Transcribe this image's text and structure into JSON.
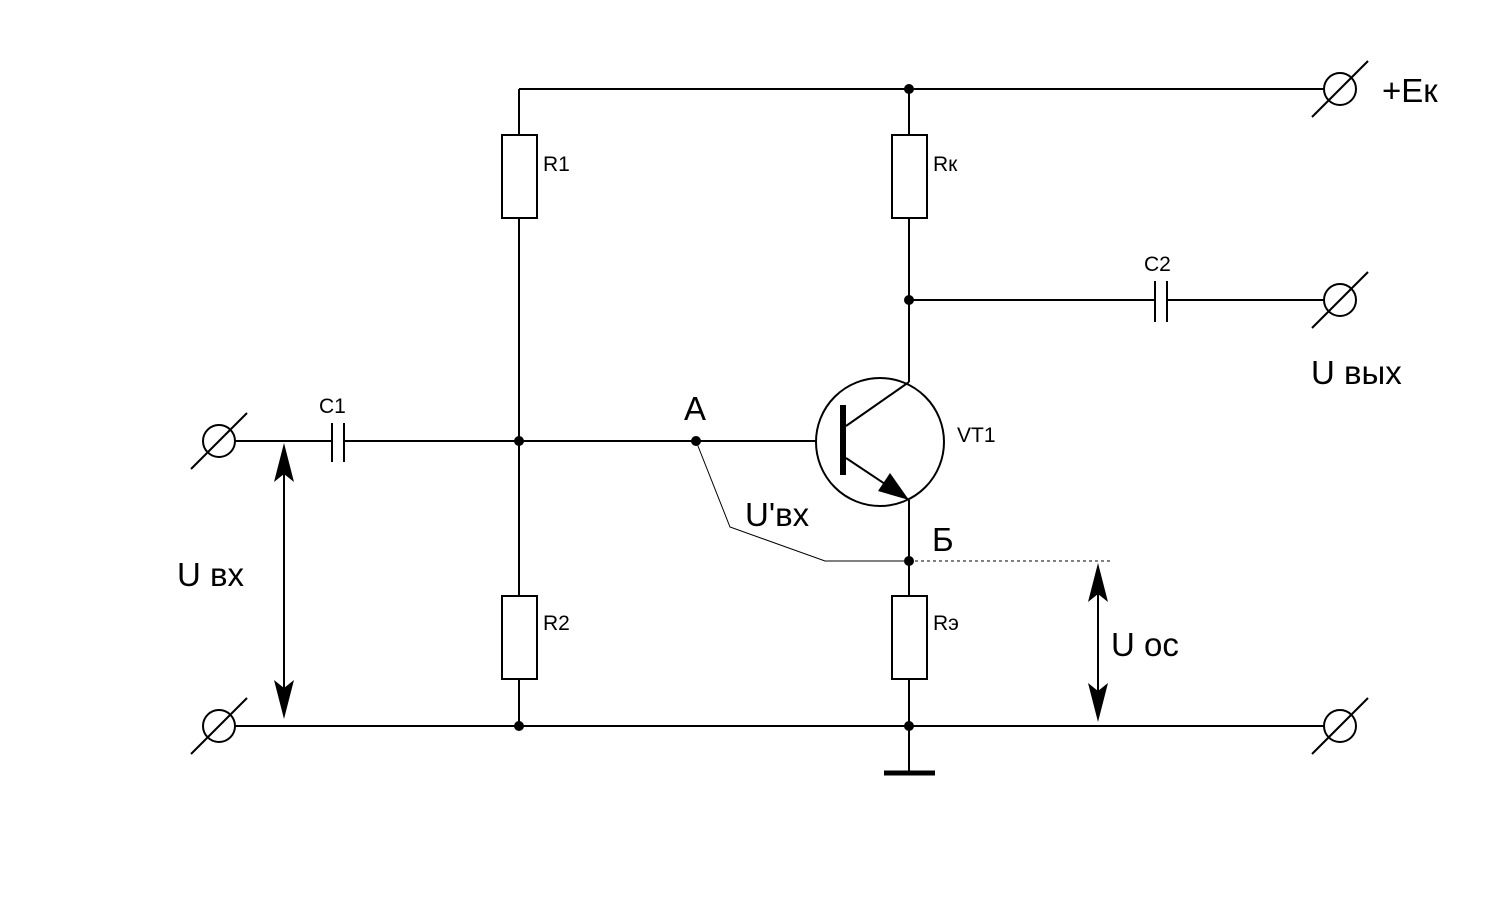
{
  "labels": {
    "r1": "R1",
    "r2": "R2",
    "rk": "Rк",
    "re": "Rэ",
    "c1": "C1",
    "c2": "C2",
    "vt1": "VT1",
    "ek": "+Eк",
    "u_vyh": "U вых",
    "u_vh": "U вх",
    "u_vh_prime": "U'вх",
    "u_os": "U ос",
    "node_a": "А",
    "node_b": "Б"
  }
}
